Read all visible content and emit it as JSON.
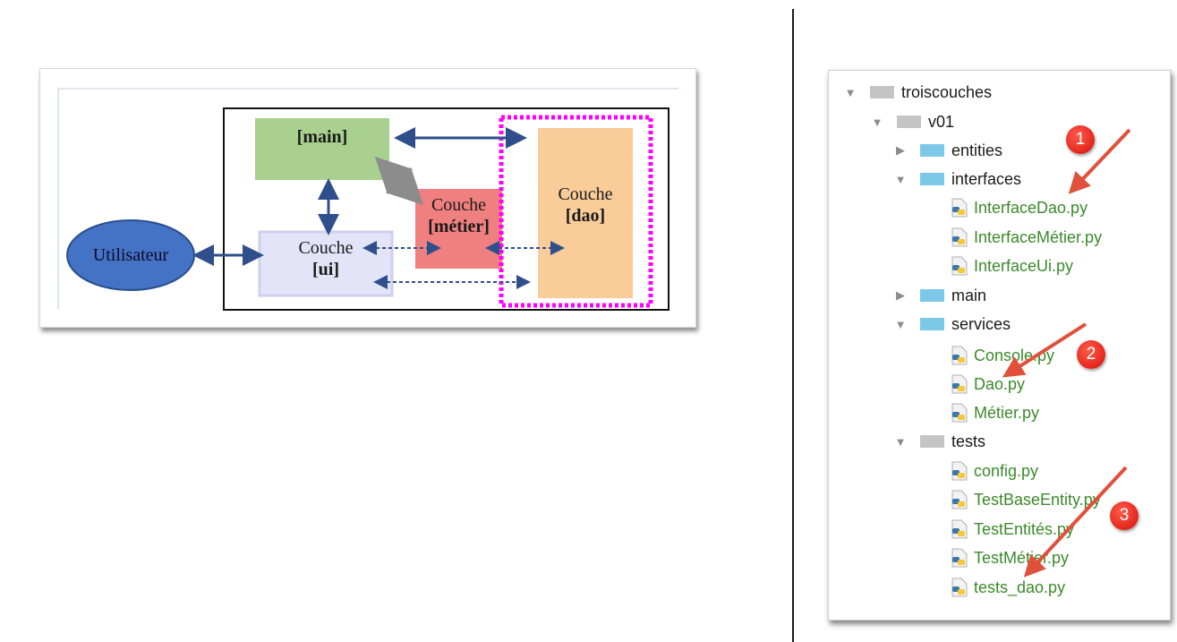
{
  "diagram": {
    "utilisateur": "Utilisateur",
    "main_label": "[main]",
    "ui_line1": "Couche",
    "ui_line2": "[ui]",
    "metier_line1": "Couche",
    "metier_line2": "[métier]",
    "dao_line1": "Couche",
    "dao_line2": "[dao]",
    "colors": {
      "main_box": "#a9d08e",
      "ui_box": "#e4e4f9",
      "metier_box": "#f08080",
      "dao_box": "#f9cc99",
      "utilisateur": "#4472c4",
      "arrow": "#2f4e8c",
      "highlight": "#ff00ff"
    }
  },
  "tree": {
    "items": [
      {
        "label": "troiscouches",
        "type": "folder",
        "color": "gray",
        "toggle": "▼"
      },
      {
        "label": "v01",
        "type": "folder",
        "color": "gray",
        "toggle": "▼"
      },
      {
        "label": "entities",
        "type": "folder",
        "color": "blue",
        "toggle": "▶"
      },
      {
        "label": "interfaces",
        "type": "folder",
        "color": "blue",
        "toggle": "▼"
      },
      {
        "label": "InterfaceDao.py",
        "type": "file"
      },
      {
        "label": "InterfaceMétier.py",
        "type": "file"
      },
      {
        "label": "InterfaceUi.py",
        "type": "file"
      },
      {
        "label": "main",
        "type": "folder",
        "color": "blue",
        "toggle": "▶"
      },
      {
        "label": "services",
        "type": "folder",
        "color": "blue",
        "toggle": "▼"
      },
      {
        "label": "Console.py",
        "type": "file"
      },
      {
        "label": "Dao.py",
        "type": "file"
      },
      {
        "label": "Métier.py",
        "type": "file"
      },
      {
        "label": "tests",
        "type": "folder",
        "color": "gray",
        "toggle": "▼"
      },
      {
        "label": "config.py",
        "type": "file"
      },
      {
        "label": "TestBaseEntity.py",
        "type": "file"
      },
      {
        "label": "TestEntités.py",
        "type": "file"
      },
      {
        "label": "TestMétier.py",
        "type": "file"
      },
      {
        "label": "tests_dao.py",
        "type": "file"
      }
    ]
  },
  "badges": [
    "1",
    "2",
    "3"
  ]
}
